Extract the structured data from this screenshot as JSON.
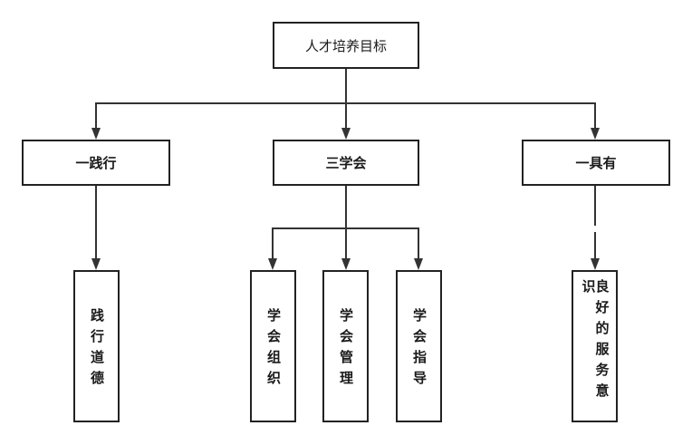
{
  "root": {
    "label": "人才培养目标"
  },
  "branches": [
    {
      "label": "一践行",
      "children": [
        "践行道德"
      ]
    },
    {
      "label": "三学会",
      "children": [
        "学会组织",
        "学会管理",
        "学会指导"
      ]
    },
    {
      "label": "一具有",
      "children": [
        "良好的服务意识"
      ]
    }
  ]
}
